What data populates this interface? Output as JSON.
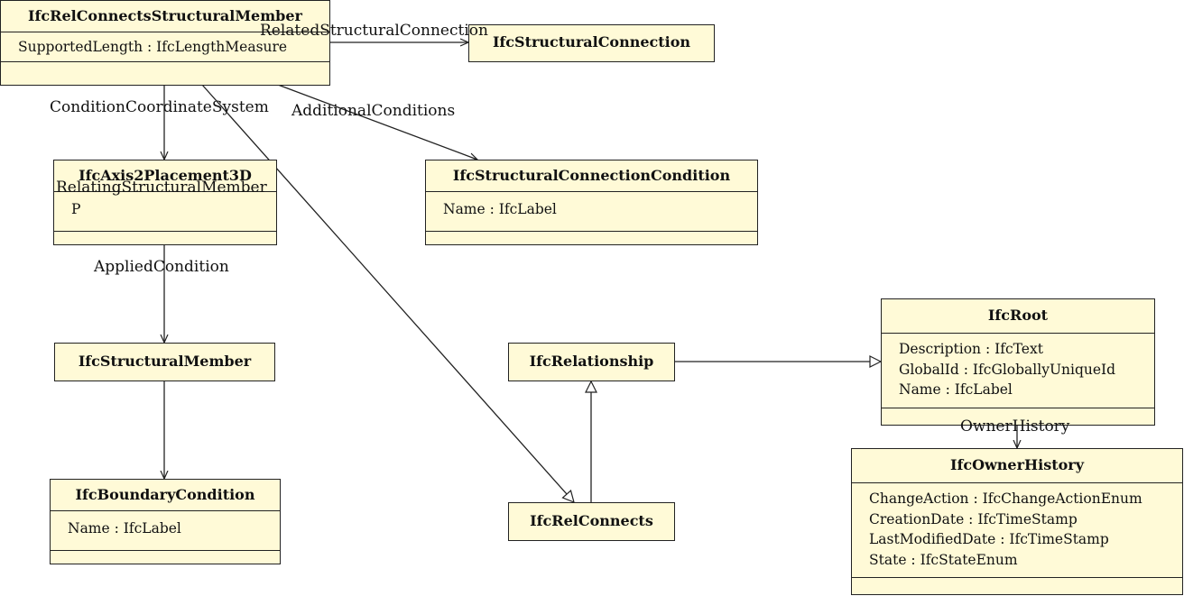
{
  "classes": {
    "rel_connects_structural_member": {
      "name": "IfcRelConnectsStructuralMember",
      "attrs": [
        "SupportedLength : IfcLengthMeasure"
      ]
    },
    "structural_connection": {
      "name": "IfcStructuralConnection"
    },
    "axis2placement3d": {
      "name": "IfcAxis2Placement3D",
      "attrs": [
        "P"
      ]
    },
    "structural_connection_condition": {
      "name": "IfcStructuralConnectionCondition",
      "attrs": [
        "Name : IfcLabel"
      ]
    },
    "structural_member": {
      "name": "IfcStructuralMember"
    },
    "boundary_condition": {
      "name": "IfcBoundaryCondition",
      "attrs": [
        "Name : IfcLabel"
      ]
    },
    "relationship": {
      "name": "IfcRelationship"
    },
    "rel_connects": {
      "name": "IfcRelConnects"
    },
    "root": {
      "name": "IfcRoot",
      "attrs": [
        "Description : IfcText",
        "GlobalId : IfcGloballyUniqueId",
        "Name : IfcLabel"
      ]
    },
    "owner_history": {
      "name": "IfcOwnerHistory",
      "attrs": [
        "ChangeAction : IfcChangeActionEnum",
        "CreationDate : IfcTimeStamp",
        "LastModifiedDate : IfcTimeStamp",
        "State : IfcStateEnum"
      ]
    }
  },
  "labels": {
    "related_structural_connection": "RelatedStructuralConnection",
    "condition_coordinate_system": "ConditionCoordinateSystem",
    "additional_conditions": "AdditionalConditions",
    "relating_structural_member": "RelatingStructuralMember",
    "applied_condition": "AppliedCondition",
    "owner_history": "OwnerHistory"
  },
  "colors": {
    "box_fill": "#fffad7",
    "stroke": "#222222"
  }
}
